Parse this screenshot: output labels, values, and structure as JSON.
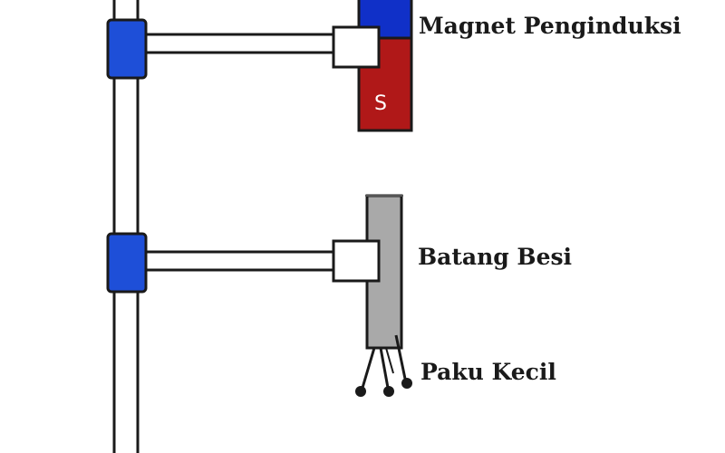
{
  "labels": {
    "magnet": "Magnet Penginduksi",
    "rod": "Batang Besi",
    "nails": "Paku Kecil"
  },
  "magnet": {
    "south_pole_letter": "S",
    "north_color": "#1030c8",
    "south_color": "#b01818"
  },
  "colors": {
    "clamp_blue": "#1e4fd8",
    "iron_gray": "#a9a9a9",
    "stand_outline": "#1a1a1a"
  }
}
